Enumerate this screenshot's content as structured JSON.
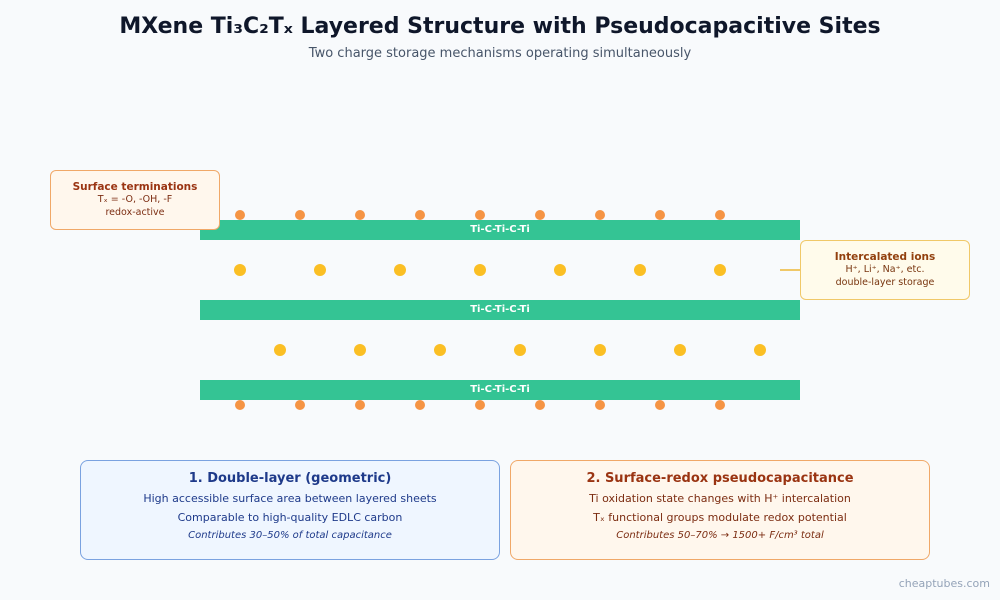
{
  "header": {
    "title": "MXene Ti₃C₂Tₓ Layered Structure with Pseudocapacitive Sites",
    "subtitle": "Two charge storage mechanisms operating simultaneously"
  },
  "sheets": [
    {
      "label": "Ti-C-Ti-C-Ti"
    },
    {
      "label": "Ti-C-Ti-C-Ti"
    },
    {
      "label": "Ti-C-Ti-C-Ti"
    }
  ],
  "callouts": {
    "terminations": {
      "title": "Surface terminations",
      "lines": [
        "Tₓ = -O, -OH, -F",
        "redox-active"
      ]
    },
    "ions": {
      "title": "Intercalated ions",
      "lines": [
        "H⁺, Li⁺, Na⁺, etc.",
        "double-layer storage"
      ]
    }
  },
  "mechanisms": {
    "double_layer": {
      "title": "1. Double-layer (geometric)",
      "lines": [
        "High accessible surface area between layered sheets",
        "Comparable to high-quality EDLC carbon"
      ],
      "note": "Contributes 30–50% of total capacitance"
    },
    "redox": {
      "title": "2. Surface-redox pseudocapacitance",
      "lines": [
        "Ti oxidation state changes with H⁺ intercalation",
        "Tₓ functional groups modulate redox potential"
      ],
      "note": "Contributes 50–70% → 1500+ F/cm³ total"
    }
  },
  "watermark": "cheaptubes.com",
  "colors": {
    "sheet": "#34c494",
    "termination_dot": "#f59444",
    "ion_dot": "#fbbf24"
  }
}
